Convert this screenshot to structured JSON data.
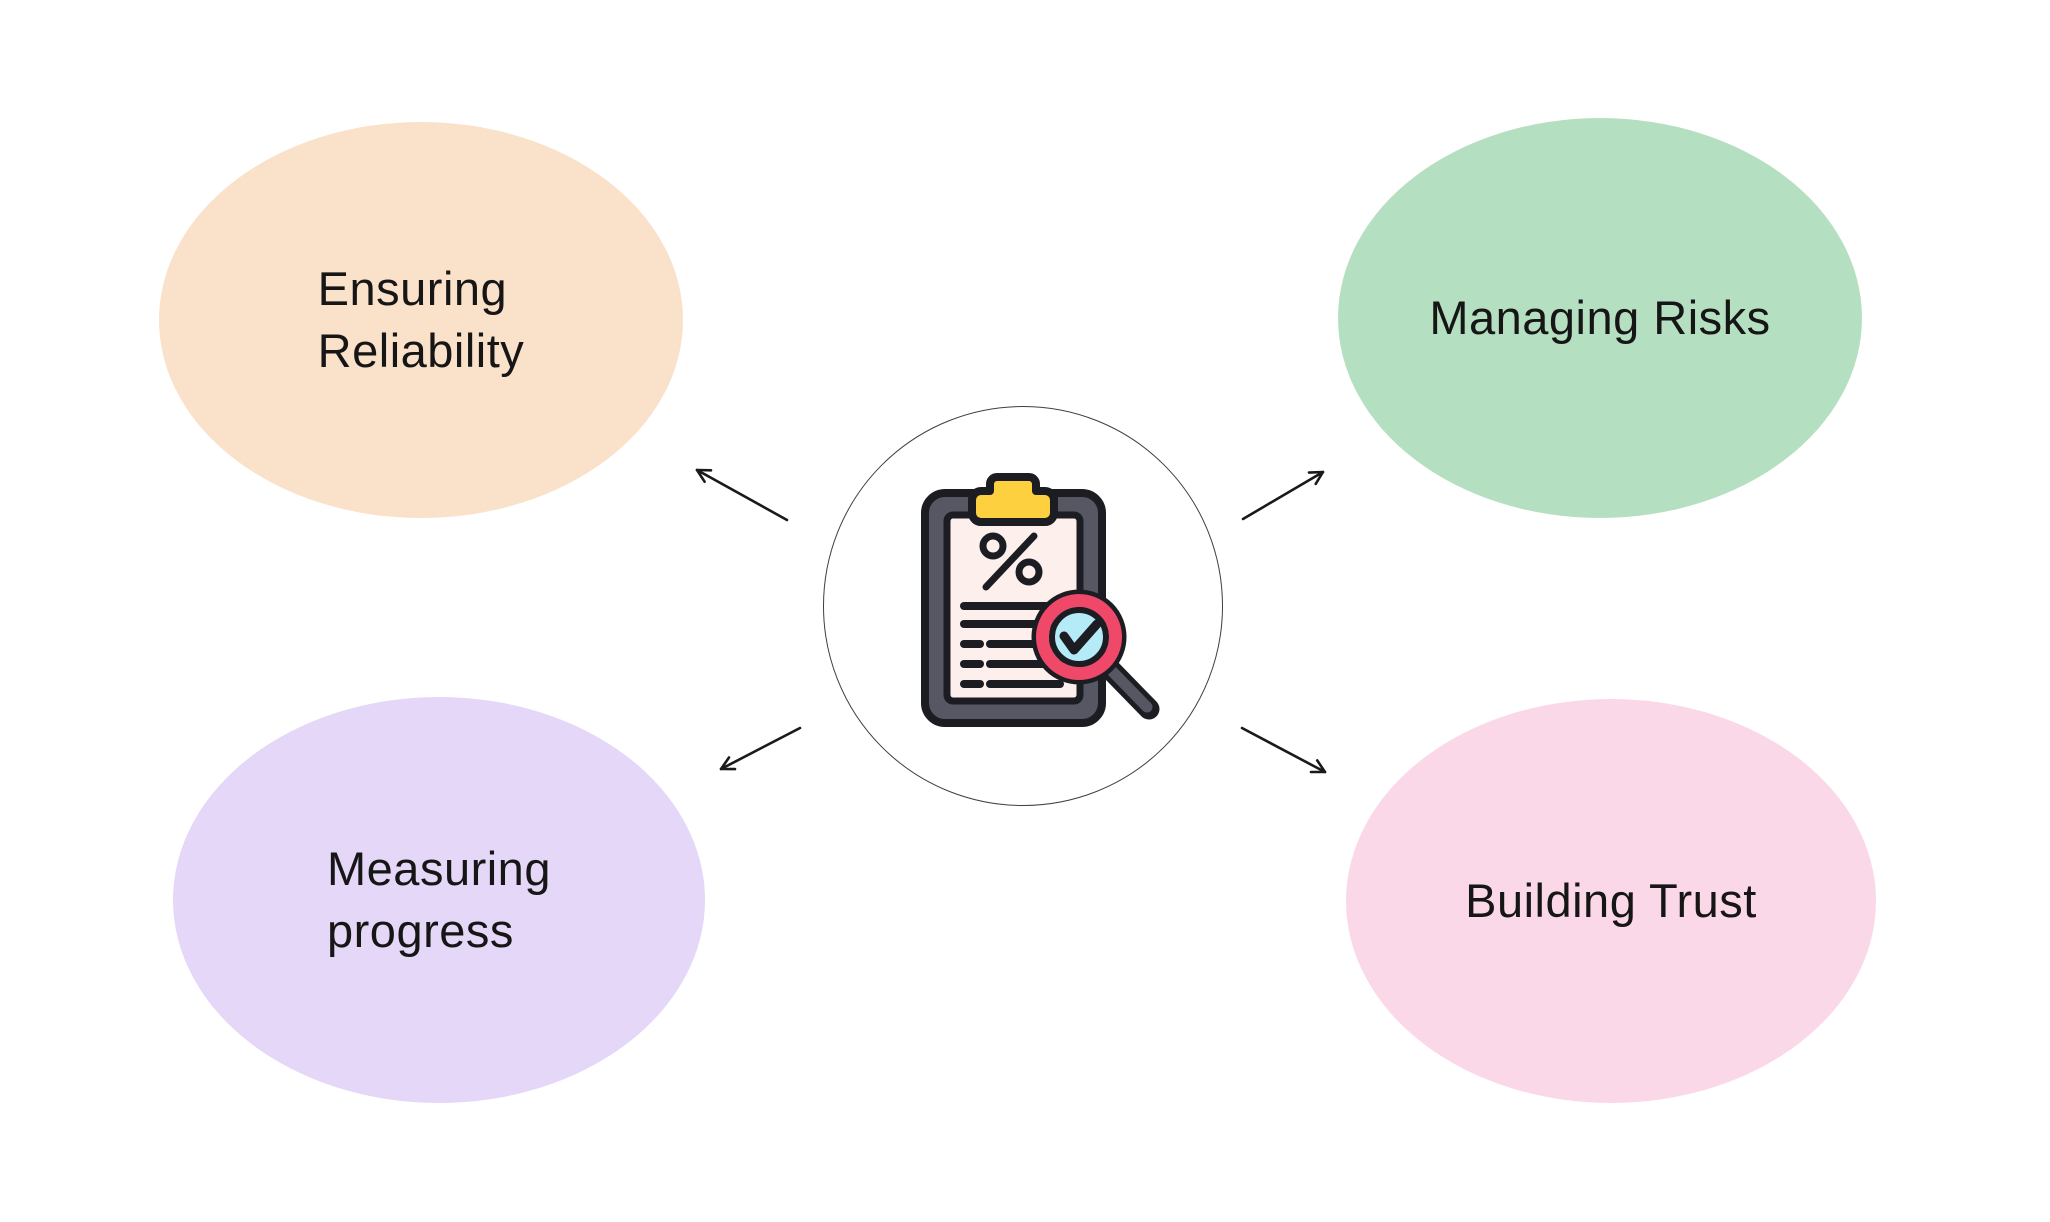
{
  "diagram": {
    "background": "#ffffff",
    "text_color": "#161616",
    "arrow_color": "#1a1a1a",
    "center": {
      "icon": "clipboard-percent-magnifier-check",
      "description": "Clipboard report with percent sign, list lines and a magnifying glass containing a checkmark"
    },
    "nodes": [
      {
        "id": "ensuring-reliability",
        "label_lines": [
          "Ensuring",
          "Reliability"
        ],
        "fill": "#fae1c9"
      },
      {
        "id": "managing-risks",
        "label_lines": [
          "Managing Risks"
        ],
        "fill": "#b5dfc1"
      },
      {
        "id": "measuring-progress",
        "label_lines": [
          "Measuring",
          "progress"
        ],
        "fill": "#e4d7f7"
      },
      {
        "id": "building-trust",
        "label_lines": [
          "Building Trust"
        ],
        "fill": "#fbd8e7"
      }
    ],
    "icon_palette": {
      "outline": "#1c1c23",
      "frame_gray": "#575763",
      "paper": "#fdf0ec",
      "clip_yellow": "#fcd03e",
      "ring_pink": "#ef4869",
      "lens_cyan": "#b4ebf7"
    }
  }
}
